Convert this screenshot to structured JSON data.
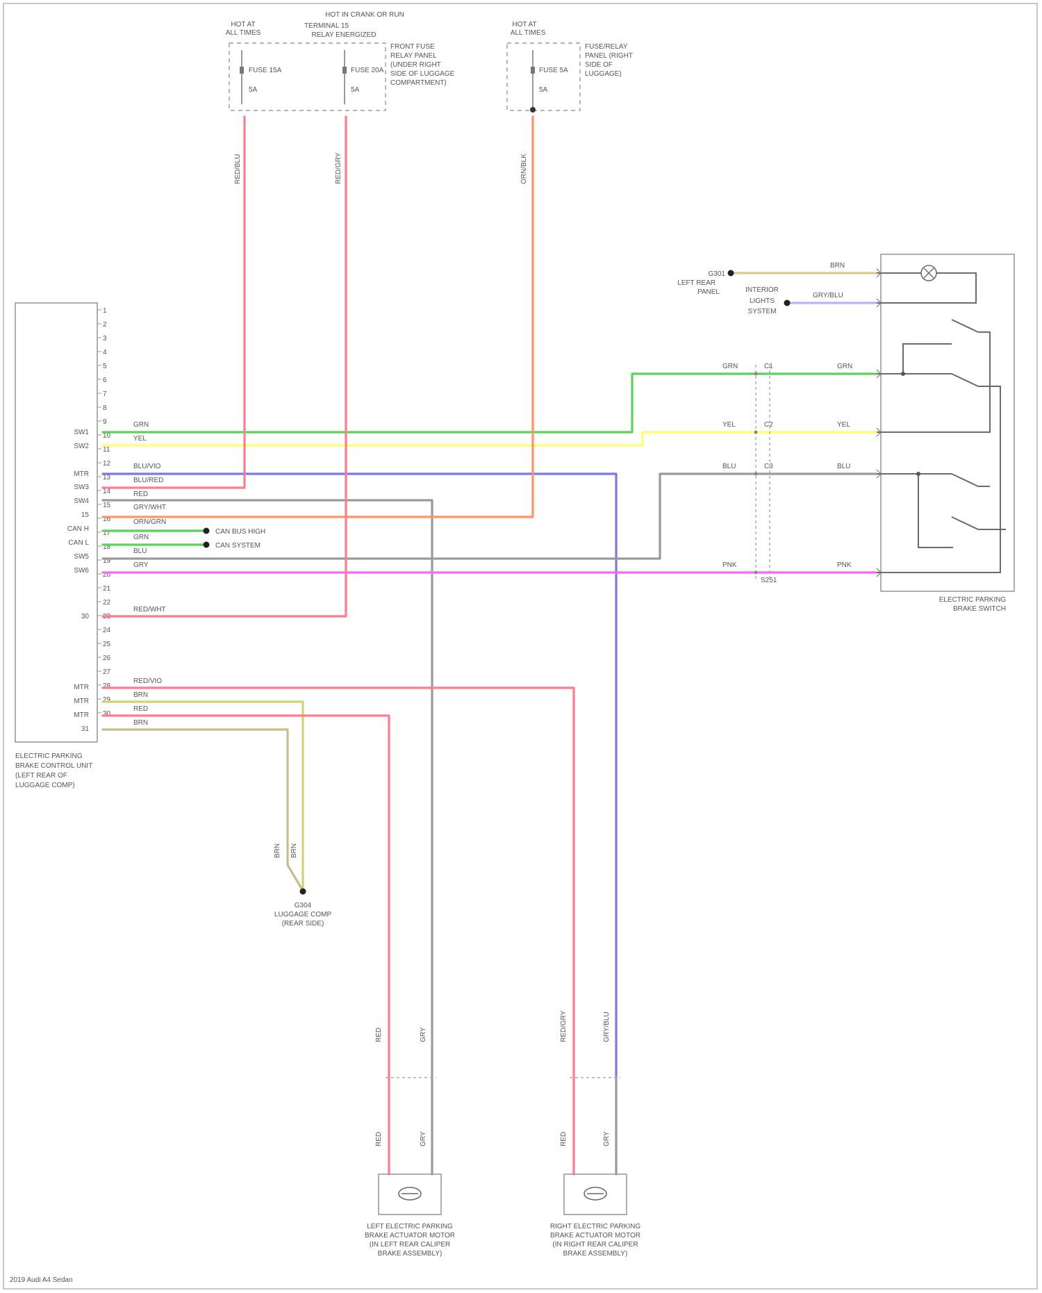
{
  "components": {
    "fuse_block_left": [
      "HOT AT",
      "ALL TIMES"
    ],
    "fuse_block_center_top": [
      "HOT IN CRANK OR RUN"
    ],
    "fuse_block_center": [
      "TERMINAL 15",
      "RELAY ENERGIZED"
    ],
    "fuse_block_center_note": [
      "FRONT FUSE",
      "RELAY PANEL",
      "(UNDER RIGHT",
      "SIDE OF LUGGAGE",
      "COMPARTMENT)"
    ],
    "fuse_block_right": [
      "HOT AT",
      "ALL TIMES"
    ],
    "fuse_block_right_note": [
      "FUSE/RELAY",
      "PANEL (RIGHT",
      "SIDE OF",
      "LUGGAGE)"
    ],
    "fuse_a": "FUSE 15A",
    "fuse_a_sub": "5A",
    "fuse_b": "FUSE 20A",
    "fuse_b_sub": "5A",
    "fuse_c": "FUSE 5A",
    "fuse_c_sub": "5A",
    "ground_left": [
      "G301",
      "LEFT REAR",
      "PANEL"
    ],
    "dimmer": [
      "INTERIOR",
      "LIGHTS",
      "SYSTEM"
    ],
    "switch": [
      "ELECTRIC PARKING",
      "BRAKE SWITCH"
    ],
    "module": [
      "ELECTRIC PARKING",
      "BRAKE CONTROL UNIT",
      "(LEFT REAR OF",
      "LUGGAGE COMP)"
    ],
    "can_high": "CAN BUS HIGH",
    "can_low": "CAN SYSTEM",
    "ground_bottom": [
      "G304",
      "LUGGAGE COMP",
      "(REAR SIDE)"
    ],
    "actuator_left": [
      "LEFT ELECTRIC PARKING",
      "BRAKE ACTUATOR MOTOR",
      "(IN LEFT REAR CALIPER",
      "BRAKE ASSEMBLY)"
    ],
    "actuator_right": [
      "RIGHT ELECTRIC PARKING",
      "BRAKE ACTUATOR MOTOR",
      "(IN RIGHT REAR CALIPER",
      "BRAKE ASSEMBLY)"
    ],
    "footer": "2019 Audi A4 Sedan"
  },
  "pins": [
    "1",
    "2",
    "3",
    "4",
    "5",
    "6",
    "7",
    "8",
    "9",
    "10",
    "11",
    "12",
    "13",
    "14",
    "15",
    "16",
    "17",
    "18",
    "19",
    "20",
    "21",
    "22",
    "23",
    "24",
    "25",
    "26",
    "27",
    "28",
    "29",
    "30"
  ],
  "pin_labels": {
    "p10": "SW1",
    "p11": "SW2",
    "p13": "MTR",
    "p14": "SW3",
    "p15": "SW4",
    "p16": "15",
    "p17": "CAN H",
    "p18": "CAN L",
    "p19": "SW5",
    "p20": "SW6",
    "p23": "30",
    "p27": "MTR",
    "p28": "MTR",
    "p29": "MTR",
    "p30": "31"
  },
  "wires": {
    "green": "GRN",
    "yellow": "YEL",
    "blue_violet": "BLU/VIO",
    "blue_red": "BLU/RED",
    "red": "RED",
    "gry_wht": "GRY/WHT",
    "orange": "ORN/GRN",
    "can_grn": "GRN",
    "can_blu": "BLU",
    "gray": "GRY",
    "pink": "PNK",
    "red_wht": "RED/WHT",
    "red_vio": "RED/VIO",
    "brn": "BRN",
    "brn2": "BRN",
    "red3": "RED",
    "dimmer_wire": "GRY/BLU",
    "sw_brn": "BRN",
    "sw_grn": "GRN",
    "sw_yel": "YEL",
    "sw_blu": "BLU",
    "sw_pnk": "PNK",
    "vert1": "RED/BLU",
    "vert2": "RED/GRY",
    "vert3": "ORN/BLK",
    "splice": "S251",
    "c1": "C1",
    "c2": "C2",
    "c3": "C3",
    "m1": "RED",
    "m2": "GRY",
    "m3": "RED/GRY",
    "m4": "GRY/BLU",
    "m5": "RED",
    "m6": "GRY",
    "m7": "RED",
    "m8": "GRY"
  },
  "colors": {
    "green": "#59d459",
    "yellow": "#ffff6e",
    "blue": "#7878e6",
    "red": "#ff7b8f",
    "gray": "#9a9a9a",
    "orange": "#ff9460",
    "pink": "#ff64ff",
    "tan": "#c8bd8c",
    "lavender": "#b9b2ff",
    "olive": "#d4d07a"
  }
}
